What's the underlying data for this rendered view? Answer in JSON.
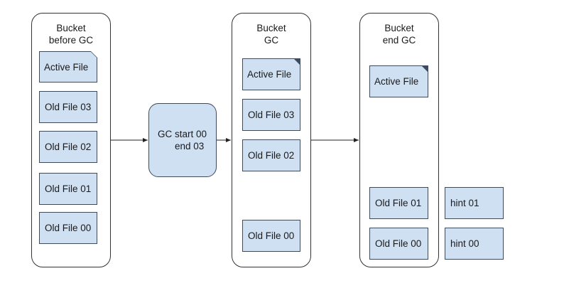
{
  "buckets": [
    {
      "title": "Bucket\nbefore GC",
      "files": [
        "Active File",
        "Old File 03",
        "Old File 02",
        "Old File 01",
        "Old File 00"
      ]
    },
    {
      "title": "Bucket\nGC",
      "files": [
        "Active File",
        "Old File 03",
        "Old File 02",
        "Old File 00"
      ]
    },
    {
      "title": "Bucket\nend GC",
      "files": [
        "Active File",
        "Old File 01",
        "Old File 00"
      ]
    }
  ],
  "gc_process": {
    "line1": "GC start 00",
    "line2": "end 03"
  },
  "hints": [
    "hint 01",
    "hint 00"
  ]
}
